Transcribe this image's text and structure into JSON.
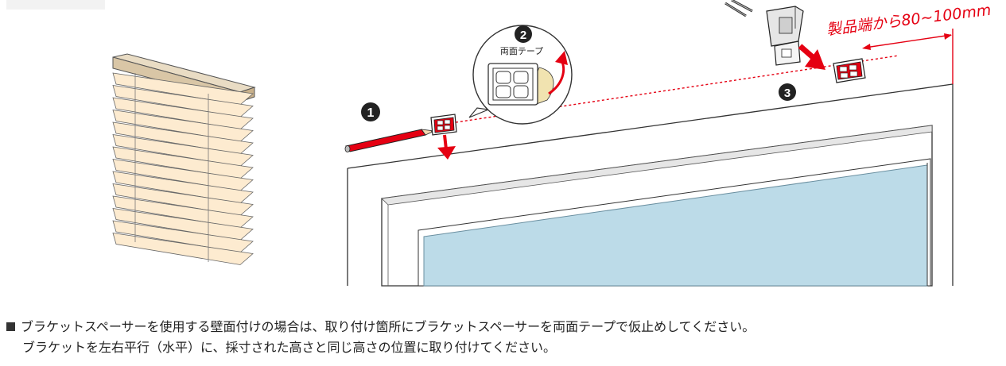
{
  "labels": {
    "tape": "両面テープ",
    "distance": "製品端から80~100mm"
  },
  "steps": [
    "1",
    "2",
    "3"
  ],
  "instructions": [
    "ブラケットスペーサーを使用する壁面付けの場合は、取り付け箇所にブラケットスペーサーを両面テープで仮止めしてください。",
    "ブラケットを左右平行（水平）に、採寸された高さと同じ高さの位置に取り付けてください。"
  ],
  "colors": {
    "accent_red": "#e50012",
    "glass": "#bcdbe8",
    "blind_slat": "#fdebd0",
    "headrail": "#d9c6a6",
    "line": "#333333"
  }
}
